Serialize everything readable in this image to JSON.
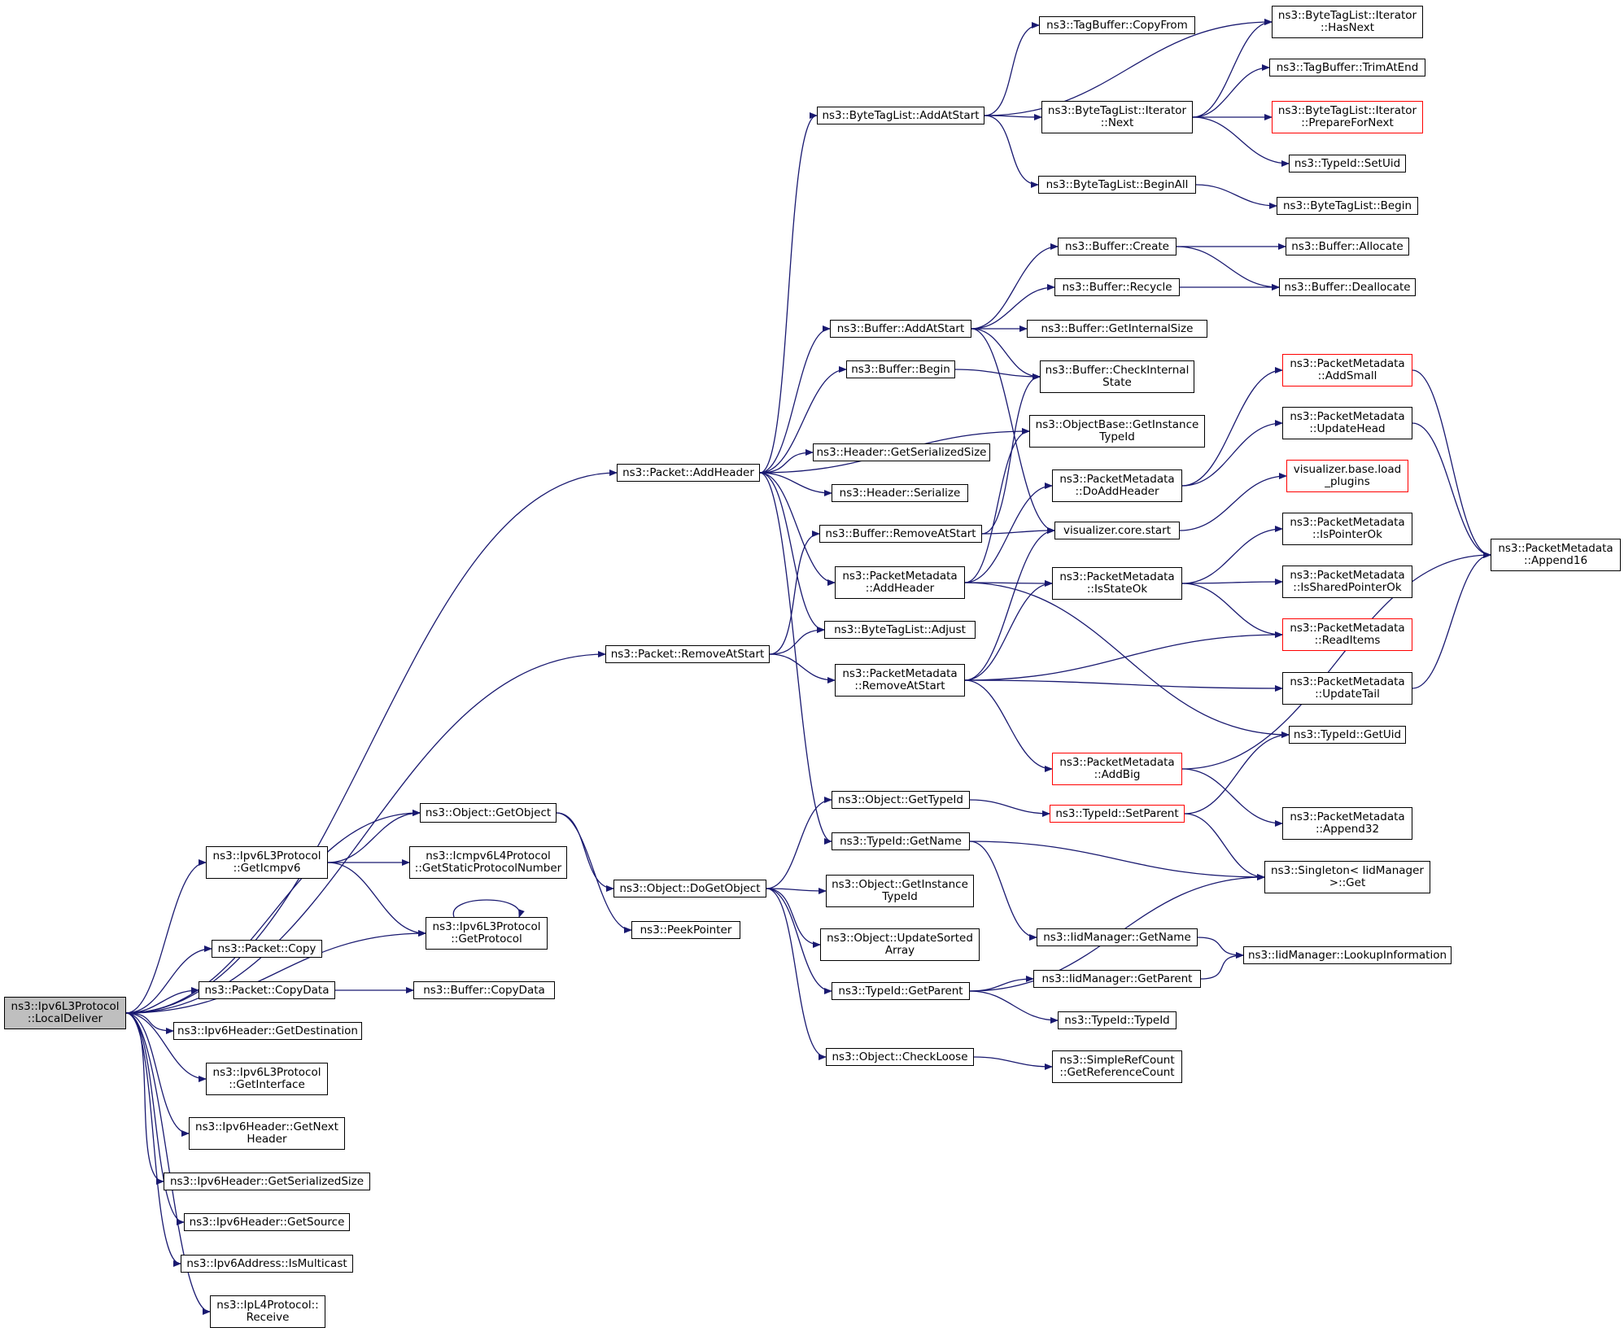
{
  "diagram": {
    "edge_color": "#191970",
    "root_fill": "#bfbfbf",
    "truncated_border_color": "#ff0000",
    "nodes": [
      {
        "id": "root",
        "lines": [
          "ns3::Ipv6L3Protocol",
          "::LocalDeliver"
        ],
        "kind": "root"
      },
      {
        "id": "addHeader",
        "lines": [
          "ns3::Packet::AddHeader"
        ]
      },
      {
        "id": "removeAtStart",
        "lines": [
          "ns3::Packet::RemoveAtStart"
        ]
      },
      {
        "id": "getObject",
        "lines": [
          "ns3::Object::GetObject"
        ]
      },
      {
        "id": "getIcmpv6",
        "lines": [
          "ns3::Ipv6L3Protocol",
          "::GetIcmpv6"
        ]
      },
      {
        "id": "getProtocol",
        "lines": [
          "ns3::Ipv6L3Protocol",
          "::GetProtocol"
        ]
      },
      {
        "id": "packetCopy",
        "lines": [
          "ns3::Packet::Copy"
        ]
      },
      {
        "id": "packetCopyData",
        "lines": [
          "ns3::Packet::CopyData"
        ]
      },
      {
        "id": "getDestination",
        "lines": [
          "ns3::Ipv6Header::GetDestination"
        ]
      },
      {
        "id": "getInterface",
        "lines": [
          "ns3::Ipv6L3Protocol",
          "::GetInterface"
        ]
      },
      {
        "id": "getNextHeader",
        "lines": [
          "ns3::Ipv6Header::GetNext",
          "Header"
        ]
      },
      {
        "id": "hdrGetSerializedSize",
        "lines": [
          "ns3::Ipv6Header::GetSerializedSize"
        ]
      },
      {
        "id": "getSource",
        "lines": [
          "ns3::Ipv6Header::GetSource"
        ]
      },
      {
        "id": "isMulticast",
        "lines": [
          "ns3::Ipv6Address::IsMulticast"
        ]
      },
      {
        "id": "ipl4Receive",
        "lines": [
          "ns3::IpL4Protocol::",
          "Receive"
        ]
      },
      {
        "id": "getStaticProtocolNumber",
        "lines": [
          "ns3::Icmpv6L4Protocol",
          "::GetStaticProtocolNumber"
        ]
      },
      {
        "id": "bufferCopyData",
        "lines": [
          "ns3::Buffer::CopyData"
        ]
      },
      {
        "id": "doGetObject",
        "lines": [
          "ns3::Object::DoGetObject"
        ]
      },
      {
        "id": "peekPointer",
        "lines": [
          "ns3::PeekPointer"
        ]
      },
      {
        "id": "byteTagAddAtStart",
        "lines": [
          "ns3::ByteTagList::AddAtStart"
        ]
      },
      {
        "id": "bufferAddAtStart",
        "lines": [
          "ns3::Buffer::AddAtStart"
        ]
      },
      {
        "id": "bufferBegin",
        "lines": [
          "ns3::Buffer::Begin"
        ]
      },
      {
        "id": "headerGetSerializedSize",
        "lines": [
          "ns3::Header::GetSerializedSize"
        ]
      },
      {
        "id": "headerSerialize",
        "lines": [
          "ns3::Header::Serialize"
        ]
      },
      {
        "id": "bufferRemoveAtStart",
        "lines": [
          "ns3::Buffer::RemoveAtStart"
        ]
      },
      {
        "id": "pmAddHeader",
        "lines": [
          "ns3::PacketMetadata",
          "::AddHeader"
        ]
      },
      {
        "id": "byteTagAdjust",
        "lines": [
          "ns3::ByteTagList::Adjust"
        ]
      },
      {
        "id": "pmRemoveAtStart",
        "lines": [
          "ns3::PacketMetadata",
          "::RemoveAtStart"
        ]
      },
      {
        "id": "objGetTypeId",
        "lines": [
          "ns3::Object::GetTypeId"
        ]
      },
      {
        "id": "typeIdGetName",
        "lines": [
          "ns3::TypeId::GetName"
        ]
      },
      {
        "id": "objGetInstanceTypeId",
        "lines": [
          "ns3::Object::GetInstance",
          "TypeId"
        ]
      },
      {
        "id": "updateSortedArray",
        "lines": [
          "ns3::Object::UpdateSorted",
          "Array"
        ]
      },
      {
        "id": "typeIdGetParent",
        "lines": [
          "ns3::TypeId::GetParent"
        ]
      },
      {
        "id": "checkLoose",
        "lines": [
          "ns3::Object::CheckLoose"
        ]
      },
      {
        "id": "tagBufferCopyFrom",
        "lines": [
          "ns3::TagBuffer::CopyFrom"
        ]
      },
      {
        "id": "iterNext",
        "lines": [
          "ns3::ByteTagList::Iterator",
          "::Next"
        ]
      },
      {
        "id": "beginAll",
        "lines": [
          "ns3::ByteTagList::BeginAll"
        ]
      },
      {
        "id": "bufferCreate",
        "lines": [
          "ns3::Buffer::Create"
        ]
      },
      {
        "id": "bufferRecycle",
        "lines": [
          "ns3::Buffer::Recycle"
        ]
      },
      {
        "id": "getInternalSize",
        "lines": [
          "ns3::Buffer::GetInternalSize"
        ]
      },
      {
        "id": "checkInternalState",
        "lines": [
          "ns3::Buffer::CheckInternal",
          "State"
        ]
      },
      {
        "id": "objBaseGetInstanceTypeId",
        "lines": [
          "ns3::ObjectBase::GetInstance",
          "TypeId"
        ]
      },
      {
        "id": "pmDoAddHeader",
        "lines": [
          "ns3::PacketMetadata",
          "::DoAddHeader"
        ]
      },
      {
        "id": "vizCoreStart",
        "lines": [
          "visualizer.core.start"
        ]
      },
      {
        "id": "pmIsStateOk",
        "lines": [
          "ns3::PacketMetadata",
          "::IsStateOk"
        ]
      },
      {
        "id": "pmAddBig",
        "lines": [
          "ns3::PacketMetadata",
          "::AddBig"
        ],
        "kind": "truncated"
      },
      {
        "id": "typeIdSetParent",
        "lines": [
          "ns3::TypeId::SetParent"
        ],
        "kind": "truncated"
      },
      {
        "id": "iidGetName",
        "lines": [
          "ns3::IidManager::GetName"
        ]
      },
      {
        "id": "iidGetParent",
        "lines": [
          "ns3::IidManager::GetParent"
        ]
      },
      {
        "id": "typeIdTypeId",
        "lines": [
          "ns3::TypeId::TypeId"
        ]
      },
      {
        "id": "getReferenceCount",
        "lines": [
          "ns3::SimpleRefCount",
          "::GetReferenceCount"
        ]
      },
      {
        "id": "iterHasNext",
        "lines": [
          "ns3::ByteTagList::Iterator",
          "::HasNext"
        ]
      },
      {
        "id": "trimAtEnd",
        "lines": [
          "ns3::TagBuffer::TrimAtEnd"
        ]
      },
      {
        "id": "prepareForNext",
        "lines": [
          "ns3::ByteTagList::Iterator",
          "::PrepareForNext"
        ],
        "kind": "truncated"
      },
      {
        "id": "setUid",
        "lines": [
          "ns3::TypeId::SetUid"
        ]
      },
      {
        "id": "byteTagBegin",
        "lines": [
          "ns3::ByteTagList::Begin"
        ]
      },
      {
        "id": "bufferAllocate",
        "lines": [
          "ns3::Buffer::Allocate"
        ]
      },
      {
        "id": "bufferDeallocate",
        "lines": [
          "ns3::Buffer::Deallocate"
        ]
      },
      {
        "id": "pmAddSmall",
        "lines": [
          "ns3::PacketMetadata",
          "::AddSmall"
        ],
        "kind": "truncated"
      },
      {
        "id": "pmUpdateHead",
        "lines": [
          "ns3::PacketMetadata",
          "::UpdateHead"
        ]
      },
      {
        "id": "vizLoadPlugins",
        "lines": [
          "visualizer.base.load",
          "_plugins"
        ],
        "kind": "truncated"
      },
      {
        "id": "pmIsPointerOk",
        "lines": [
          "ns3::PacketMetadata",
          "::IsPointerOk"
        ]
      },
      {
        "id": "pmIsSharedPointerOk",
        "lines": [
          "ns3::PacketMetadata",
          "::IsSharedPointerOk"
        ]
      },
      {
        "id": "pmReadItems",
        "lines": [
          "ns3::PacketMetadata",
          "::ReadItems"
        ],
        "kind": "truncated"
      },
      {
        "id": "pmUpdateTail",
        "lines": [
          "ns3::PacketMetadata",
          "::UpdateTail"
        ]
      },
      {
        "id": "typeIdGetUid",
        "lines": [
          "ns3::TypeId::GetUid"
        ]
      },
      {
        "id": "pmAppend32",
        "lines": [
          "ns3::PacketMetadata",
          "::Append32"
        ]
      },
      {
        "id": "singletonGet",
        "lines": [
          "ns3::Singleton< IidManager",
          ">::Get"
        ]
      },
      {
        "id": "iidLookupInformation",
        "lines": [
          "ns3::IidManager::LookupInformation"
        ]
      },
      {
        "id": "pmAppend16",
        "lines": [
          "ns3::PacketMetadata",
          "::Append16"
        ]
      }
    ],
    "edges": [
      [
        "root",
        "addHeader"
      ],
      [
        "root",
        "removeAtStart"
      ],
      [
        "root",
        "getObject"
      ],
      [
        "root",
        "getIcmpv6"
      ],
      [
        "root",
        "getProtocol"
      ],
      [
        "root",
        "packetCopy"
      ],
      [
        "root",
        "packetCopyData"
      ],
      [
        "root",
        "getDestination"
      ],
      [
        "root",
        "getInterface"
      ],
      [
        "root",
        "getNextHeader"
      ],
      [
        "root",
        "hdrGetSerializedSize"
      ],
      [
        "root",
        "getSource"
      ],
      [
        "root",
        "isMulticast"
      ],
      [
        "root",
        "ipl4Receive"
      ],
      [
        "addHeader",
        "byteTagAddAtStart"
      ],
      [
        "addHeader",
        "bufferAddAtStart"
      ],
      [
        "addHeader",
        "bufferBegin"
      ],
      [
        "addHeader",
        "objBaseGetInstanceTypeId"
      ],
      [
        "addHeader",
        "headerGetSerializedSize"
      ],
      [
        "addHeader",
        "headerSerialize"
      ],
      [
        "addHeader",
        "pmAddHeader"
      ],
      [
        "addHeader",
        "byteTagAdjust"
      ],
      [
        "addHeader",
        "typeIdGetName"
      ],
      [
        "removeAtStart",
        "bufferRemoveAtStart"
      ],
      [
        "removeAtStart",
        "byteTagAdjust"
      ],
      [
        "removeAtStart",
        "pmRemoveAtStart"
      ],
      [
        "getObject",
        "doGetObject"
      ],
      [
        "getObject",
        "peekPointer"
      ],
      [
        "getIcmpv6",
        "getObject"
      ],
      [
        "getIcmpv6",
        "getStaticProtocolNumber"
      ],
      [
        "getIcmpv6",
        "getProtocol"
      ],
      [
        "getProtocol",
        "getProtocol"
      ],
      [
        "packetCopyData",
        "bufferCopyData"
      ],
      [
        "doGetObject",
        "objGetTypeId"
      ],
      [
        "doGetObject",
        "objGetInstanceTypeId"
      ],
      [
        "doGetObject",
        "updateSortedArray"
      ],
      [
        "doGetObject",
        "typeIdGetParent"
      ],
      [
        "doGetObject",
        "checkLoose"
      ],
      [
        "byteTagAddAtStart",
        "tagBufferCopyFrom"
      ],
      [
        "byteTagAddAtStart",
        "iterHasNext"
      ],
      [
        "byteTagAddAtStart",
        "iterNext"
      ],
      [
        "byteTagAddAtStart",
        "beginAll"
      ],
      [
        "iterNext",
        "iterHasNext"
      ],
      [
        "iterNext",
        "trimAtEnd"
      ],
      [
        "iterNext",
        "prepareForNext"
      ],
      [
        "iterNext",
        "setUid"
      ],
      [
        "beginAll",
        "byteTagBegin"
      ],
      [
        "bufferAddAtStart",
        "bufferCreate"
      ],
      [
        "bufferAddAtStart",
        "bufferRecycle"
      ],
      [
        "bufferAddAtStart",
        "getInternalSize"
      ],
      [
        "bufferAddAtStart",
        "checkInternalState"
      ],
      [
        "bufferAddAtStart",
        "vizCoreStart"
      ],
      [
        "bufferCreate",
        "bufferAllocate"
      ],
      [
        "bufferCreate",
        "bufferDeallocate"
      ],
      [
        "bufferRecycle",
        "bufferDeallocate"
      ],
      [
        "bufferBegin",
        "checkInternalState"
      ],
      [
        "bufferRemoveAtStart",
        "checkInternalState"
      ],
      [
        "bufferRemoveAtStart",
        "vizCoreStart"
      ],
      [
        "pmAddHeader",
        "objBaseGetInstanceTypeId"
      ],
      [
        "pmAddHeader",
        "pmDoAddHeader"
      ],
      [
        "pmAddHeader",
        "pmIsStateOk"
      ],
      [
        "pmAddHeader",
        "typeIdGetUid"
      ],
      [
        "pmDoAddHeader",
        "pmAddSmall"
      ],
      [
        "pmDoAddHeader",
        "pmUpdateHead"
      ],
      [
        "pmRemoveAtStart",
        "vizCoreStart"
      ],
      [
        "pmRemoveAtStart",
        "pmIsStateOk"
      ],
      [
        "pmRemoveAtStart",
        "pmReadItems"
      ],
      [
        "pmRemoveAtStart",
        "pmUpdateTail"
      ],
      [
        "pmRemoveAtStart",
        "pmAddBig"
      ],
      [
        "pmIsStateOk",
        "pmIsPointerOk"
      ],
      [
        "pmIsStateOk",
        "pmIsSharedPointerOk"
      ],
      [
        "pmIsStateOk",
        "pmReadItems"
      ],
      [
        "vizCoreStart",
        "vizLoadPlugins"
      ],
      [
        "pmAddBig",
        "pmAppend32"
      ],
      [
        "pmAddBig",
        "pmAppend16"
      ],
      [
        "pmAddSmall",
        "pmAppend16"
      ],
      [
        "pmUpdateHead",
        "pmAppend16"
      ],
      [
        "pmUpdateTail",
        "pmAppend16"
      ],
      [
        "objGetTypeId",
        "typeIdSetParent"
      ],
      [
        "typeIdSetParent",
        "typeIdGetUid"
      ],
      [
        "typeIdSetParent",
        "singletonGet"
      ],
      [
        "typeIdGetName",
        "singletonGet"
      ],
      [
        "typeIdGetName",
        "iidGetName"
      ],
      [
        "typeIdGetParent",
        "singletonGet"
      ],
      [
        "typeIdGetParent",
        "iidGetParent"
      ],
      [
        "typeIdGetParent",
        "typeIdTypeId"
      ],
      [
        "iidGetName",
        "iidLookupInformation"
      ],
      [
        "iidGetParent",
        "iidLookupInformation"
      ],
      [
        "checkLoose",
        "getReferenceCount"
      ]
    ]
  }
}
